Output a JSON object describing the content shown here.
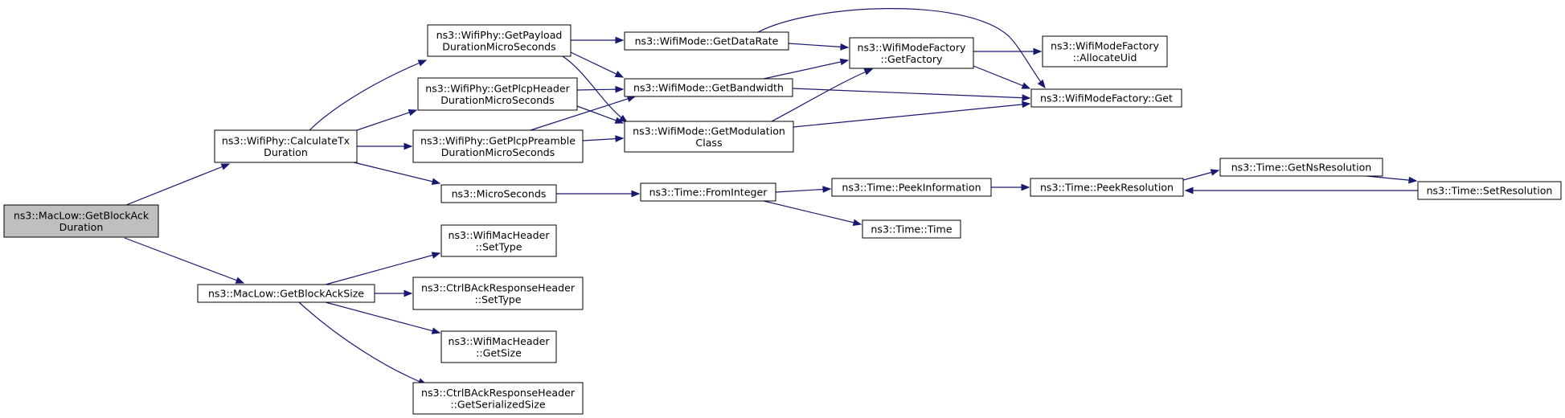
{
  "colors": {
    "root_fill": "#bfbfbf",
    "node_fill": "#ffffff",
    "node_border": "#000000",
    "edge": "#191970"
  },
  "nodes": [
    {
      "id": "n_root",
      "lines": [
        "ns3::MacLow::GetBlockAck",
        "Duration"
      ],
      "root": true
    },
    {
      "id": "n_calc",
      "lines": [
        "ns3::WifiPhy::CalculateTx",
        "Duration"
      ]
    },
    {
      "id": "n_bas",
      "lines": [
        "ns3::MacLow::GetBlockAckSize"
      ]
    },
    {
      "id": "n_payload",
      "lines": [
        "ns3::WifiPhy::GetPayload",
        "DurationMicroSeconds"
      ]
    },
    {
      "id": "n_plcph",
      "lines": [
        "ns3::WifiPhy::GetPlcpHeader",
        "DurationMicroSeconds"
      ]
    },
    {
      "id": "n_plcpp",
      "lines": [
        "ns3::WifiPhy::GetPlcpPreamble",
        "DurationMicroSeconds"
      ]
    },
    {
      "id": "n_micro",
      "lines": [
        "ns3::MicroSeconds"
      ]
    },
    {
      "id": "n_wmh_settype",
      "lines": [
        "ns3::WifiMacHeader",
        "::SetType"
      ]
    },
    {
      "id": "n_ctrl_settype",
      "lines": [
        "ns3::CtrlBAckResponseHeader",
        "::SetType"
      ]
    },
    {
      "id": "n_wmh_getsize",
      "lines": [
        "ns3::WifiMacHeader",
        "::GetSize"
      ]
    },
    {
      "id": "n_ctrl_getser",
      "lines": [
        "ns3::CtrlBAckResponseHeader",
        "::GetSerializedSize"
      ]
    },
    {
      "id": "n_datarate",
      "lines": [
        "ns3::WifiMode::GetDataRate"
      ]
    },
    {
      "id": "n_bandwidth",
      "lines": [
        "ns3::WifiMode::GetBandwidth"
      ]
    },
    {
      "id": "n_modclass",
      "lines": [
        "ns3::WifiMode::GetModulation",
        "Class"
      ]
    },
    {
      "id": "n_fromint",
      "lines": [
        "ns3::Time::FromInteger"
      ]
    },
    {
      "id": "n_getfactory",
      "lines": [
        "ns3::WifiModeFactory",
        "::GetFactory"
      ]
    },
    {
      "id": "n_allocuid",
      "lines": [
        "ns3::WifiModeFactory",
        "::AllocateUid"
      ]
    },
    {
      "id": "n_wmf_get",
      "lines": [
        "ns3::WifiModeFactory::Get"
      ]
    },
    {
      "id": "n_peekinfo",
      "lines": [
        "ns3::Time::PeekInformation"
      ]
    },
    {
      "id": "n_time",
      "lines": [
        "ns3::Time::Time"
      ]
    },
    {
      "id": "n_peekres",
      "lines": [
        "ns3::Time::PeekResolution"
      ]
    },
    {
      "id": "n_getnsres",
      "lines": [
        "ns3::Time::GetNsResolution"
      ]
    },
    {
      "id": "n_setres",
      "lines": [
        "ns3::Time::SetResolution"
      ]
    }
  ]
}
